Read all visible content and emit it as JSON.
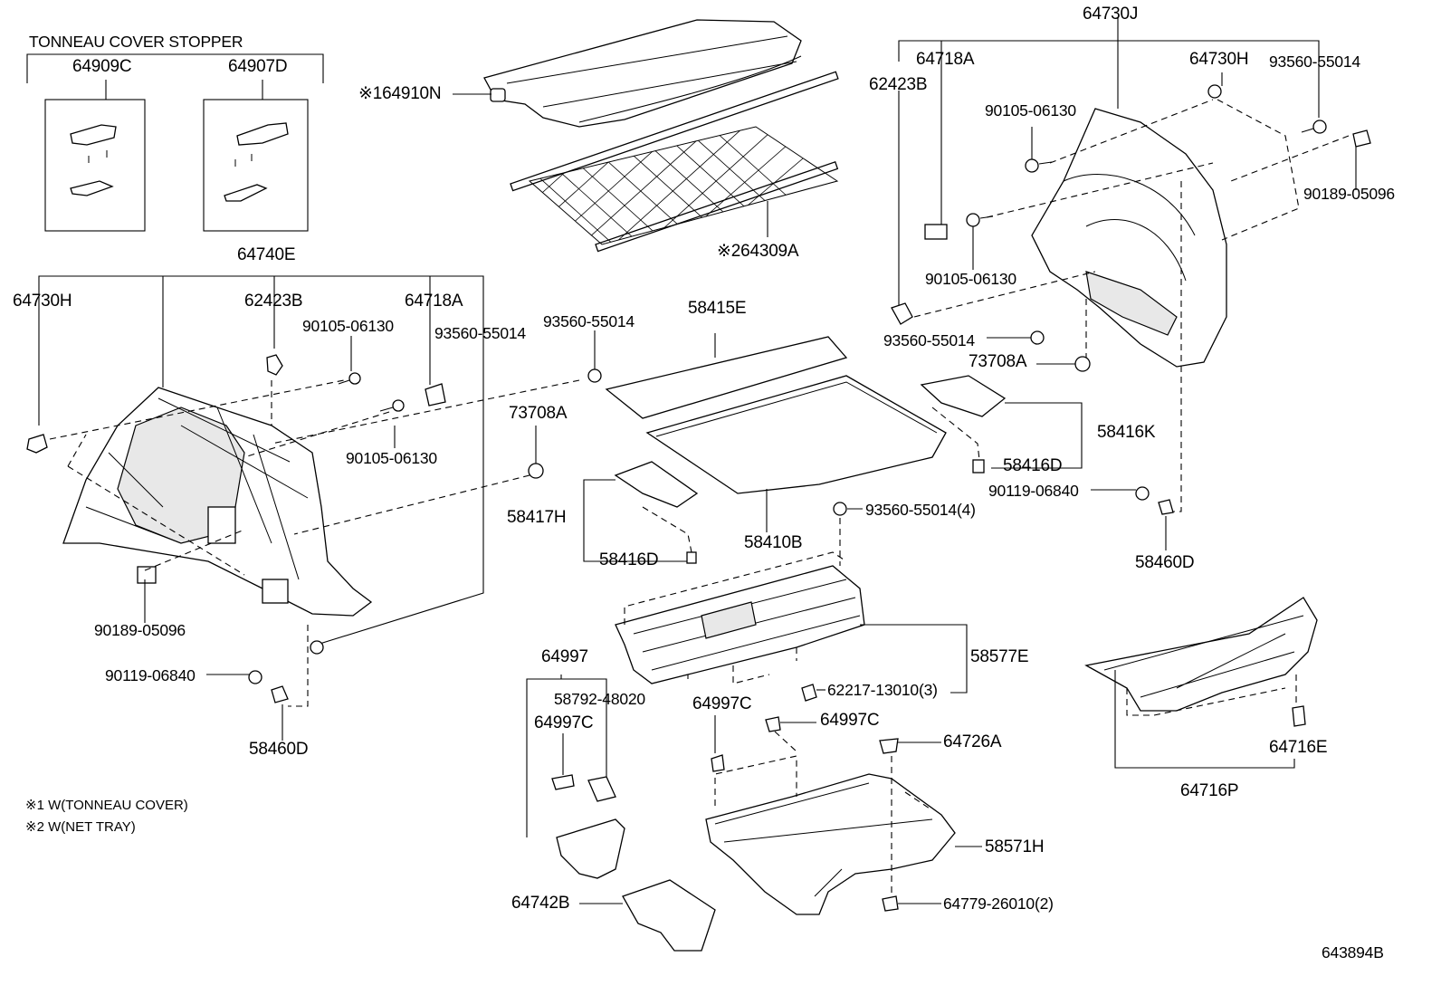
{
  "header": {
    "group_title": "TONNEAU COVER STOPPER"
  },
  "parts": {
    "p64909C": "64909C",
    "p64907D": "64907D",
    "p64740E": "64740E",
    "p64730H_left": "64730H",
    "p62423B_left": "62423B",
    "p64718A_left": "64718A",
    "p90105_06130_a": "90105-06130",
    "p93560_55014_a": "93560-55014",
    "p90105_06130_b": "90105-06130",
    "p90189_05096_left": "90189-05096",
    "p90119_06840_left": "90119-06840",
    "p58460D_left": "58460D",
    "p64910N": "※164910N",
    "p64309A": "※264309A",
    "p93560_55014_mid": "93560-55014",
    "p73708A_mid": "73708A",
    "p58415E": "58415E",
    "p58410B": "58410B",
    "p58417H": "58417H",
    "p58416D_mid": "58416D",
    "p93560_55014_4": "93560-55014(4)",
    "p58577E": "58577E",
    "p62217_13010_3": "62217-13010(3)",
    "p64997": "64997",
    "p58792_48020": "58792-48020",
    "p64997C_a": "64997C",
    "p64997C_b": "64997C",
    "p64997C_c": "64997C",
    "p64726A": "64726A",
    "p58571H": "58571H",
    "p64742B": "64742B",
    "p64779_26010_2": "64779-26010(2)",
    "p64730J": "64730J",
    "p64718A_right": "64718A",
    "p64730H_right": "64730H",
    "p93560_55014_r1": "93560-55014",
    "p62423B_right": "62423B",
    "p90105_06130_r1": "90105-06130",
    "p90189_05096_right": "90189-05096",
    "p90105_06130_r2": "90105-06130",
    "p93560_55014_r2": "93560-55014",
    "p73708A_right": "73708A",
    "p58416K": "58416K",
    "p58416D_right": "58416D",
    "p90119_06840_right": "90119-06840",
    "p58460D_right": "58460D",
    "p64716E": "64716E",
    "p64716P": "64716P"
  },
  "notes": {
    "note1": "※1 W(TONNEAU COVER)",
    "note2": "※2 W(NET TRAY)"
  },
  "footer": {
    "drawing_id": "643894B"
  }
}
